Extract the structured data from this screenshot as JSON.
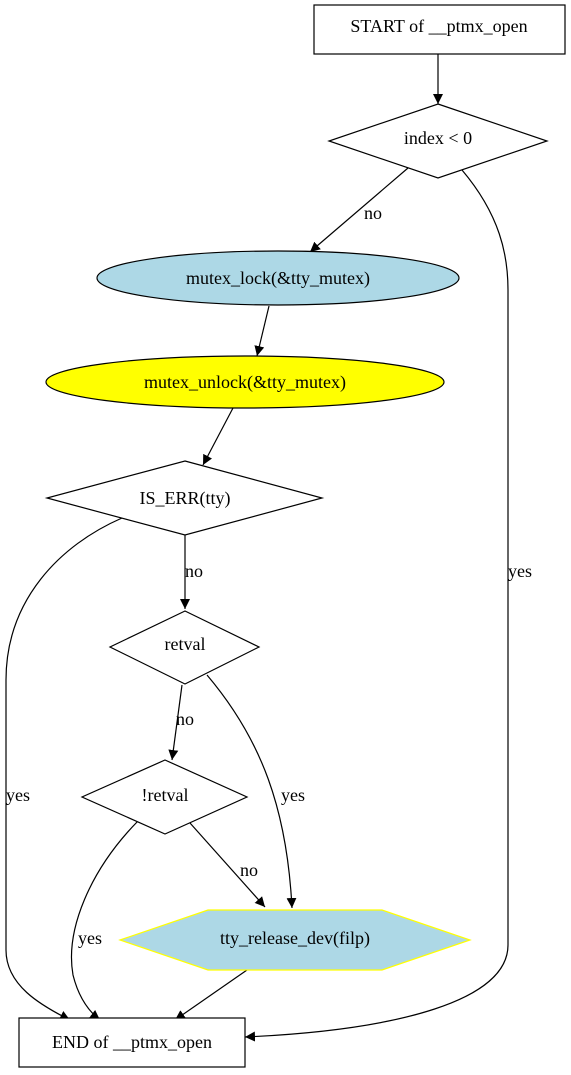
{
  "nodes": {
    "start": {
      "label": "START of __ptmx_open"
    },
    "index_check": {
      "label": "index < 0"
    },
    "mutex_lock": {
      "label": "mutex_lock(&tty_mutex)",
      "fill": "#add8e6"
    },
    "mutex_unlock": {
      "label": "mutex_unlock(&tty_mutex)",
      "fill": "#ffff00"
    },
    "is_err": {
      "label": "IS_ERR(tty)"
    },
    "retval": {
      "label": "retval"
    },
    "not_retval": {
      "label": "!retval"
    },
    "tty_release": {
      "label": "tty_release_dev(filp)",
      "fill": "#add8e6",
      "stroke": "#ffff00"
    },
    "end": {
      "label": "END of __ptmx_open"
    }
  },
  "edges": {
    "index_no": "no",
    "index_yes": "yes",
    "is_err_no": "no",
    "is_err_yes": "yes",
    "retval_no": "no",
    "retval_yes": "yes",
    "not_retval_no": "no",
    "not_retval_yes": "yes"
  }
}
